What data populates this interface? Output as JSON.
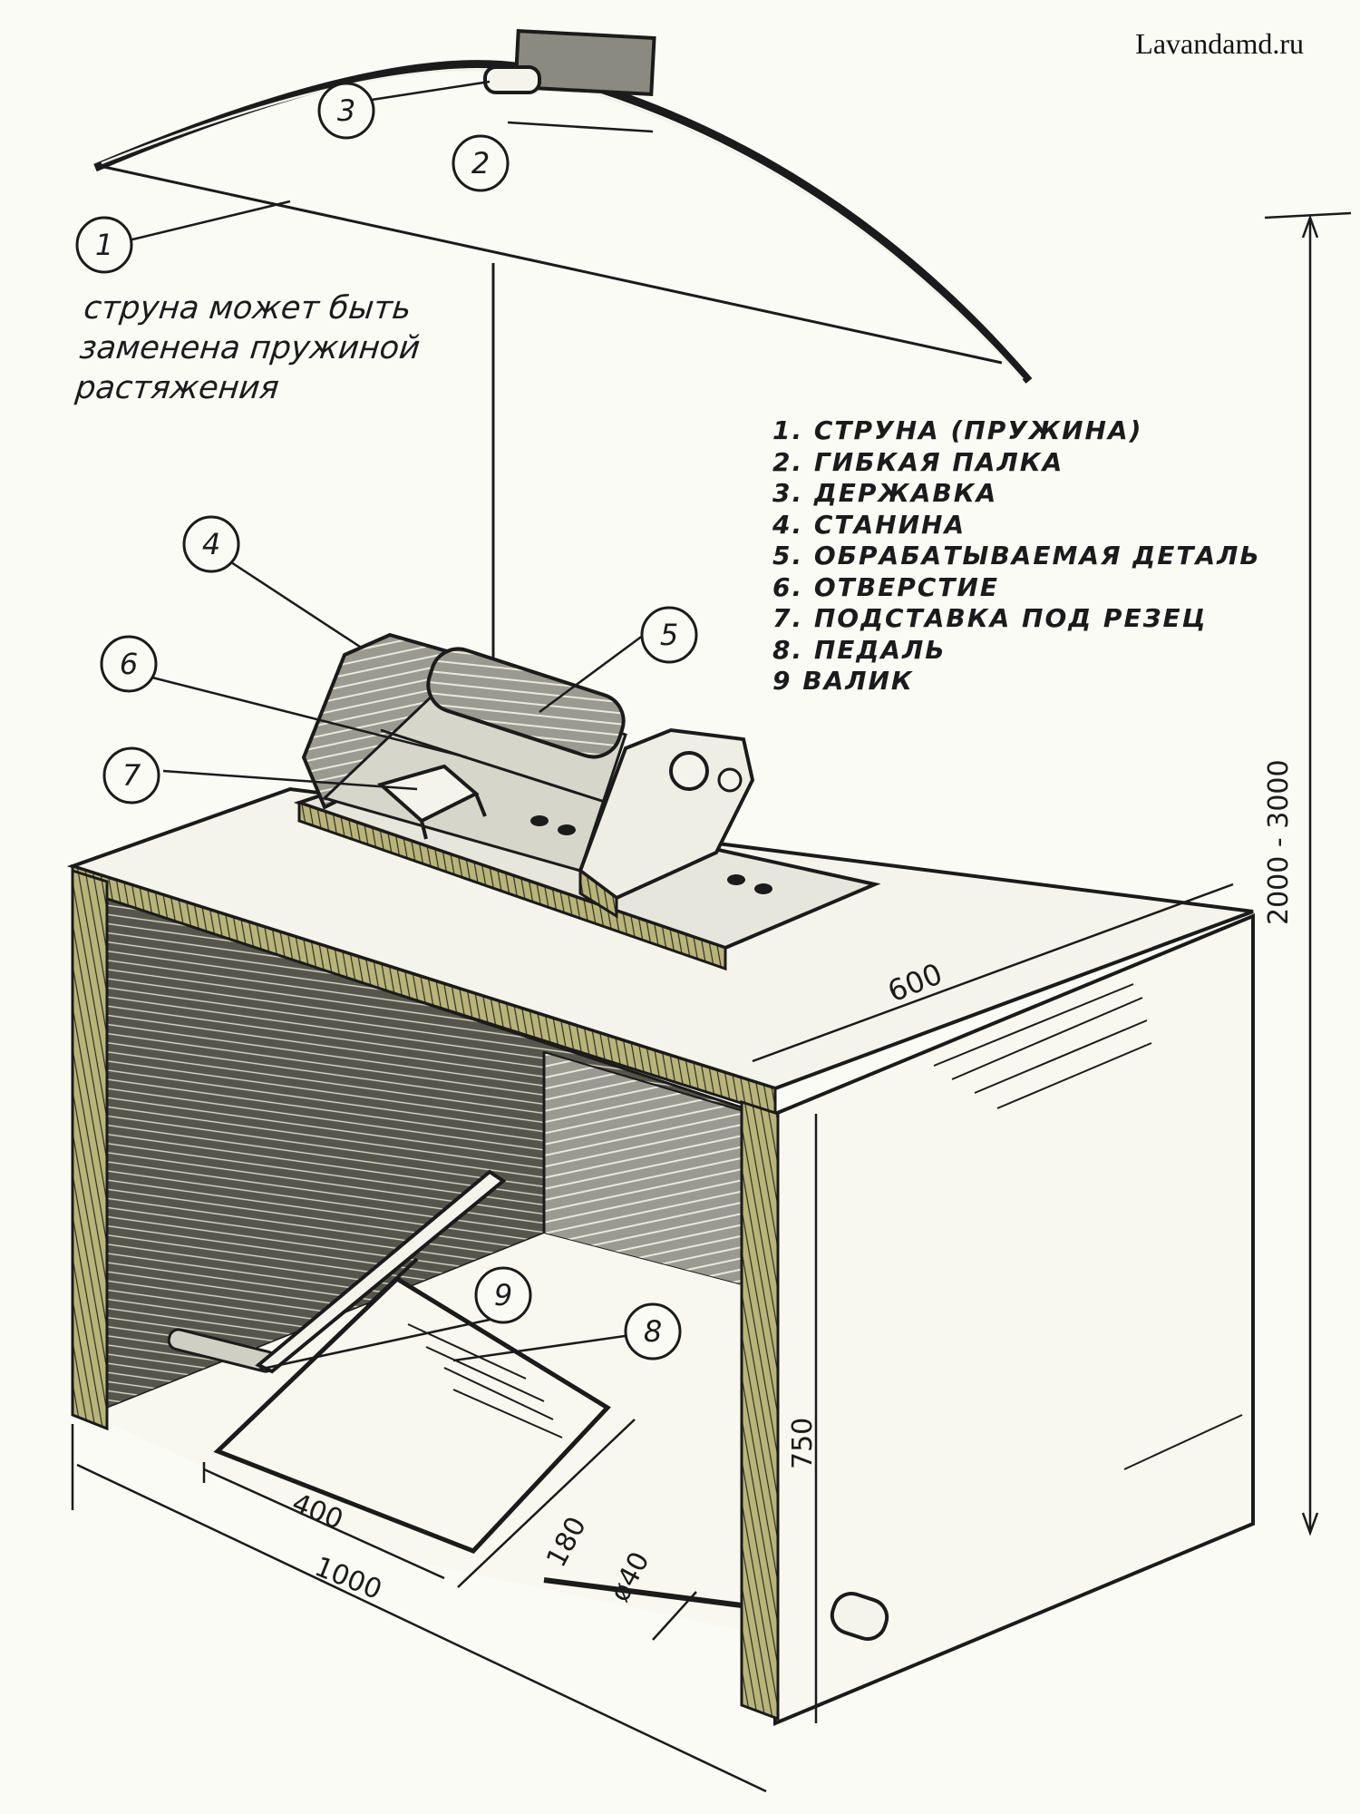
{
  "watermark": "Lavandamd.ru",
  "note": {
    "line1": "струна может быть",
    "line2": "заменена пружиной",
    "line3": "растяжения"
  },
  "legend": [
    "1. СТРУНА (ПРУЖИНА)",
    "2. ГИБКАЯ ПАЛКА",
    "3. ДЕРЖАВКА",
    "4. СТАНИНА",
    "5. ОБРАБАТЫВАЕМАЯ ДЕТАЛЬ",
    "6. ОТВЕРСТИЕ",
    "7. ПОДСТАВКА ПОД РЕЗЕЦ",
    "8. ПЕДАЛЬ",
    "9 ВАЛИК"
  ],
  "callouts": [
    "1",
    "2",
    "3",
    "4",
    "5",
    "6",
    "7",
    "8",
    "9"
  ],
  "dimensions": {
    "height_total": "2000 - 3000",
    "depth": "600",
    "table_height": "750",
    "width": "1000",
    "pedal_length": "400",
    "pedal_width": "180",
    "roller_diameter": "ø40"
  },
  "colors": {
    "ink": "#1b1b1b",
    "paper": "#fbfbf6",
    "wood": "#c9c68a",
    "shade": "#3a3a34"
  }
}
